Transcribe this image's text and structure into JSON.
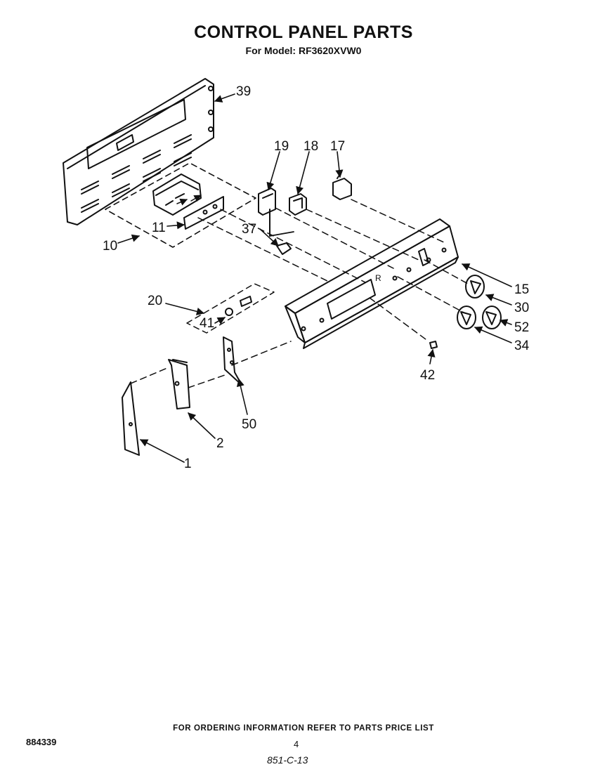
{
  "header": {
    "title": "CONTROL PANEL PARTS",
    "subtitle": "For Model: RF3620XVW0"
  },
  "callouts": {
    "p39": "39",
    "p19": "19",
    "p18": "18",
    "p17": "17",
    "p11": "11",
    "p37": "37",
    "p10": "10",
    "p15": "15",
    "p30": "30",
    "p52": "52",
    "p34": "34",
    "p20": "20",
    "p41": "41",
    "p42": "42",
    "p50": "50",
    "p2": "2",
    "p1": "1"
  },
  "footer": {
    "note": "FOR ORDERING INFORMATION REFER TO PARTS PRICE LIST",
    "doc_number": "884339",
    "page": "4",
    "code": "851-C-13"
  }
}
